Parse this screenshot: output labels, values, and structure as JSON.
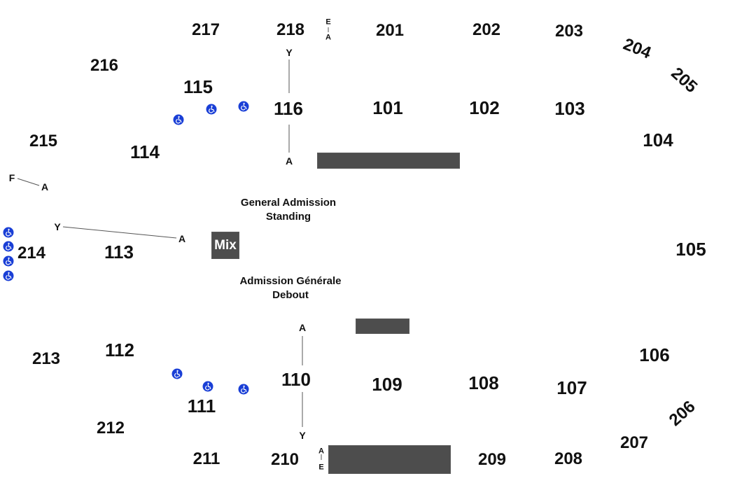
{
  "map": {
    "title": "Venue seating map",
    "accessible_icon_color": "#1a3fd6",
    "block_color": "#4d4d4d",
    "sections_100": [
      "101",
      "102",
      "103",
      "104",
      "105",
      "106",
      "107",
      "108",
      "109",
      "110",
      "111",
      "112",
      "113",
      "114",
      "115",
      "116"
    ],
    "sections_200": [
      "201",
      "202",
      "203",
      "204",
      "205",
      "206",
      "207",
      "208",
      "209",
      "210",
      "211",
      "212",
      "213",
      "214",
      "215",
      "216",
      "217",
      "218"
    ],
    "general_admission": {
      "english_line1": "General Admission",
      "english_line2": "Standing",
      "french_line1": "Admission Générale",
      "french_line2": "Debout"
    },
    "mix_label": "Mix",
    "row_markers": {
      "s116_top": "Y",
      "s116_bottom": "A",
      "s110_top": "A",
      "s110_bottom": "Y",
      "s113_left": "Y",
      "s113_right": "A",
      "s215_left": "F",
      "s215_right": "A",
      "s218_top": "E",
      "s218_bottom": "A",
      "s210_top": "A",
      "s210_bottom": "E"
    },
    "accessible_seating_count": 10
  }
}
